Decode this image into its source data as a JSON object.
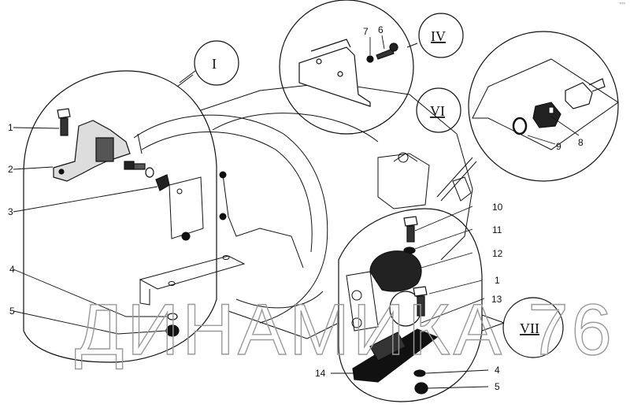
{
  "diagram": {
    "title": "Exploded assembly drawing — mounting units",
    "corner_mark": "⁻ᵐᵐ",
    "watermark": "ДИНАМИКА 76",
    "callouts": [
      {
        "id": "I",
        "label": "I"
      },
      {
        "id": "IV",
        "label": "IV"
      },
      {
        "id": "VI",
        "label": "VI"
      },
      {
        "id": "VII",
        "label": "VII"
      }
    ],
    "detail_I": {
      "parts": [
        "1",
        "2",
        "3",
        "4",
        "5"
      ]
    },
    "detail_IV": {
      "parts": [
        "7",
        "6"
      ]
    },
    "detail_VI": {
      "parts": [
        "9",
        "8"
      ]
    },
    "detail_VII": {
      "parts": [
        "10",
        "11",
        "12",
        "1",
        "13",
        "14",
        "4",
        "5"
      ]
    },
    "colors": {
      "ink": "#111111",
      "watermark": "#9a9a9a",
      "background": "#ffffff"
    }
  }
}
